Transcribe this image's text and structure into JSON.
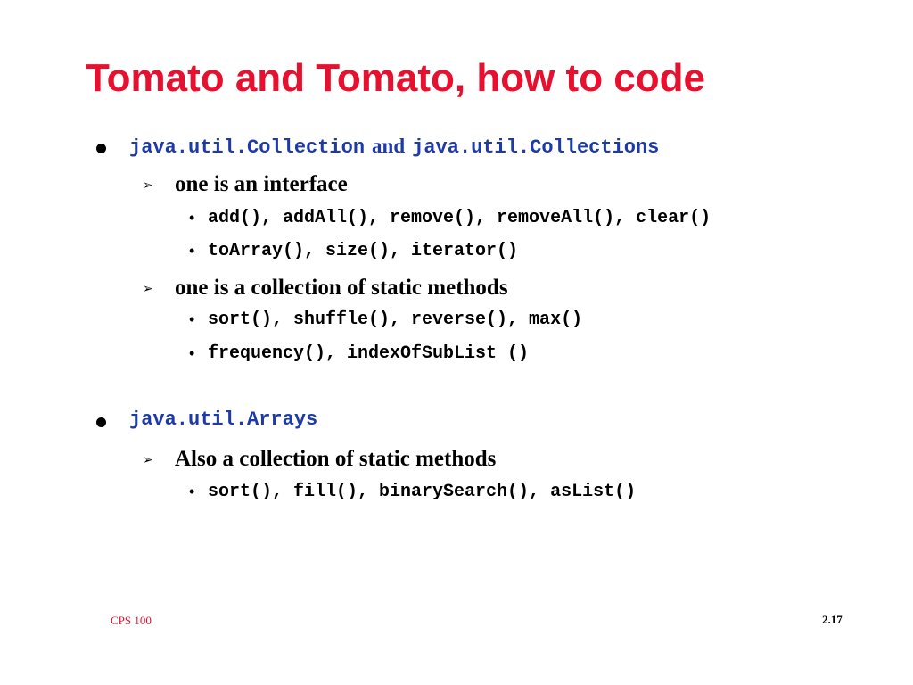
{
  "slide": {
    "title": "Tomato and Tomato, how to code",
    "colors": {
      "title": "#e8102f",
      "code": "#1d3aa8",
      "text": "#000000",
      "footer_left": "#e8102f"
    },
    "bullets": [
      {
        "code_a": "java.util.Collection",
        "connector": "and",
        "code_b": "java.util.Collections",
        "subitems": [
          {
            "text": "one is an interface",
            "items": [
              "add(), addAll(), remove(), removeAll(), clear()",
              "toArray(), size(), iterator()"
            ]
          },
          {
            "text": "one is a collection of static methods",
            "items": [
              "sort(), shuffle(), reverse(), max()",
              "frequency(), indexOfSubList ()"
            ]
          }
        ]
      },
      {
        "code_a": "java.util.Arrays",
        "subitems": [
          {
            "text": "Also a collection of static methods",
            "items": [
              "sort(), fill(), binarySearch(), asList()"
            ]
          }
        ]
      }
    ],
    "footer": {
      "left": "CPS 100",
      "right": "2.17"
    }
  }
}
